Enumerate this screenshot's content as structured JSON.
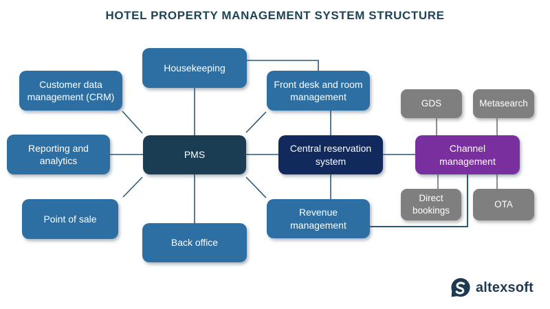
{
  "title": "HOTEL PROPERTY MANAGEMENT SYSTEM STRUCTURE",
  "nodes": {
    "housekeeping": {
      "label": "Housekeeping",
      "type": "module"
    },
    "crm": {
      "label": "Customer data management (CRM)",
      "type": "module"
    },
    "reporting": {
      "label": "Reporting and analytics",
      "type": "module"
    },
    "pos": {
      "label": "Point of sale",
      "type": "module"
    },
    "back_office": {
      "label": "Back office",
      "type": "module"
    },
    "pms": {
      "label": "PMS",
      "type": "core"
    },
    "front_desk": {
      "label": "Front desk and room management",
      "type": "module"
    },
    "crs": {
      "label": "Central reservation system",
      "type": "core"
    },
    "revenue": {
      "label": "Revenue management",
      "type": "module"
    },
    "channel": {
      "label": "Channel management",
      "type": "external-hub"
    },
    "gds": {
      "label": "GDS",
      "type": "channel"
    },
    "metasearch": {
      "label": "Metasearch",
      "type": "channel"
    },
    "direct_bookings": {
      "label": "Direct bookings",
      "type": "channel"
    },
    "ota": {
      "label": "OTA",
      "type": "channel"
    }
  },
  "edges": [
    [
      "pms",
      "housekeeping"
    ],
    [
      "pms",
      "crm"
    ],
    [
      "pms",
      "reporting"
    ],
    [
      "pms",
      "pos"
    ],
    [
      "pms",
      "back_office"
    ],
    [
      "pms",
      "front_desk"
    ],
    [
      "pms",
      "crs"
    ],
    [
      "pms",
      "revenue"
    ],
    [
      "housekeeping",
      "front_desk"
    ],
    [
      "front_desk",
      "crs"
    ],
    [
      "crs",
      "revenue"
    ],
    [
      "crs",
      "channel"
    ],
    [
      "revenue",
      "channel"
    ],
    [
      "gds",
      "channel"
    ],
    [
      "metasearch",
      "channel"
    ],
    [
      "channel",
      "direct_bookings"
    ],
    [
      "channel",
      "ota"
    ]
  ],
  "colors": {
    "module_blue": "#2d6fa3",
    "pms_dark": "#1b3d53",
    "crs_navy": "#11295c",
    "channel_purple": "#7a2f9e",
    "channel_gray": "#7f7f7f",
    "wire_navy": "#2b5876",
    "wire_gray": "#6f6f6f",
    "title_color": "#1d4356"
  },
  "logo": {
    "brand": "altexsoft"
  }
}
